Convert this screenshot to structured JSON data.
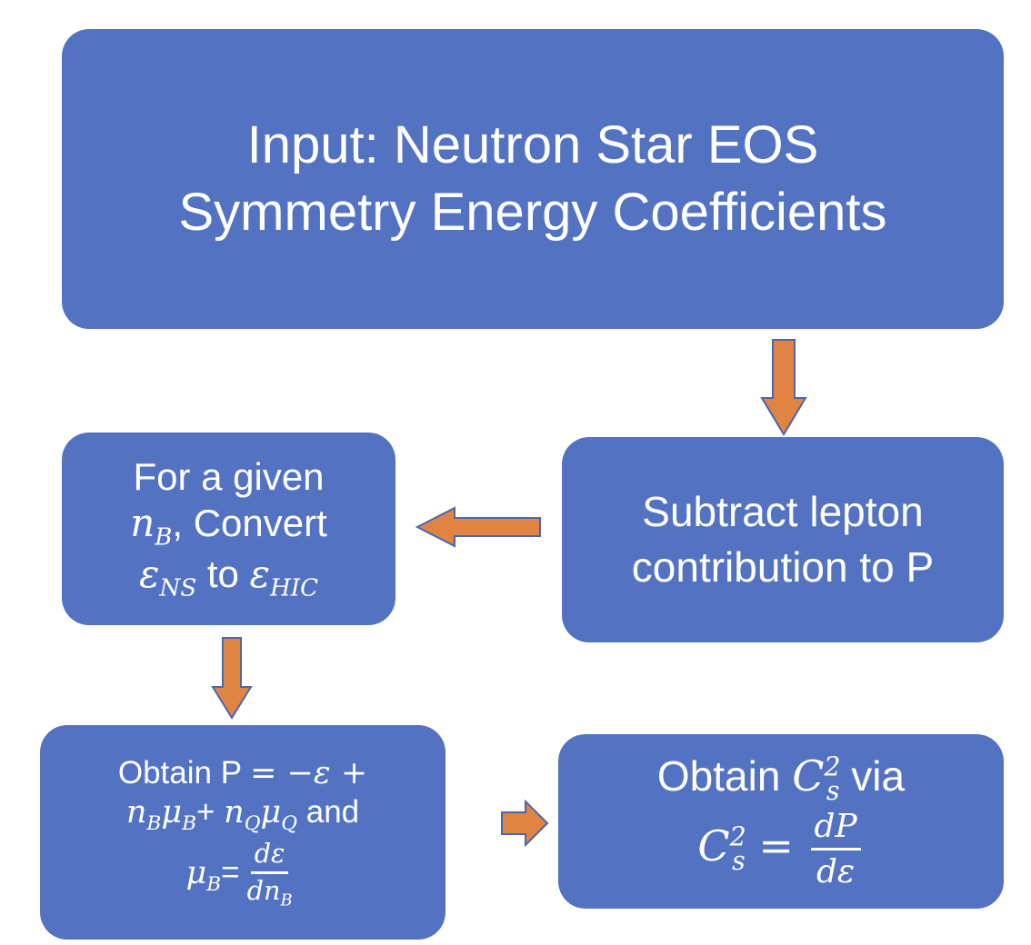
{
  "diagram": {
    "input_box": {
      "line1": "Input: Neutron Star EOS",
      "line2": "Symmetry Energy Coefficients"
    },
    "subtract_box": {
      "line1": "Subtract lepton",
      "line2": "contribution to P"
    },
    "convert_box": {
      "line1": "For a given",
      "n": "n",
      "sub_B": "B",
      "line2_text": ", Convert",
      "eps": "ε",
      "sub_NS": "NS",
      "to": " to ",
      "sub_HIC": "HIC"
    },
    "pressure_box": {
      "obtain_p": "Obtain P ",
      "eq": "= ",
      "minus_eps": "−ε",
      "plus": " +",
      "nB_n": "n",
      "nB_sub": "B",
      "muB_mu": "μ",
      "muB_sub": "B",
      "plus2": "+ ",
      "nQ_n": "n",
      "nQ_sub": "Q",
      "muQ_mu": "μ",
      "muQ_sub": "Q",
      "and": " and",
      "mu3": "μ",
      "mu3_sub": "B",
      "eq3": "=",
      "frac_num": "dε",
      "frac_den_dn": "dn",
      "frac_den_sub": "B"
    },
    "sound_box": {
      "obtain": "Obtain ",
      "C": "C",
      "sup2": "2",
      "sub_s": "s",
      "via": " via",
      "C2": "C",
      "sup2b": "2",
      "sub_s2": "s",
      "eq": " = ",
      "frac_num": "dP",
      "frac_den": "dε"
    },
    "colors": {
      "box_fill": "#5373c2",
      "arrow_fill": "#e08444",
      "arrow_stroke": "#4a66b0",
      "text": "#ffffff"
    }
  }
}
